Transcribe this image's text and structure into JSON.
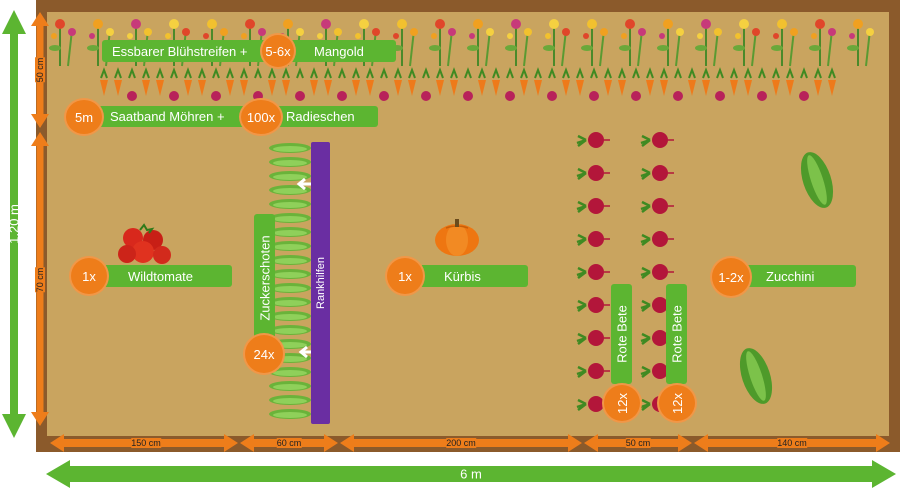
{
  "plan": {
    "strip_label": "Essbarer Blühstreifen +",
    "strip_count": "5-6x",
    "strip_crop": "Mangold",
    "row_count": "5m",
    "row_label": "Saatband Möhren +",
    "row_count2": "100x",
    "row_crop": "Radieschen",
    "tomato_count": "1x",
    "tomato_label": "Wildtomate",
    "peas_label": "Zuckerschoten",
    "peas_count": "24x",
    "trellis_label": "Rankhilfen",
    "pumpkin_count": "1x",
    "pumpkin_label": "Kürbis",
    "beet_label_1": "Rote Bete",
    "beet_count_1": "12x",
    "beet_label_2": "Rote Bete",
    "beet_count_2": "12x",
    "zucchini_count": "1-2x",
    "zucchini_label": "Zucchini"
  },
  "dimensions": {
    "height_total": "1,20 m",
    "height_top": "50 cm",
    "height_bottom": "70 cm",
    "width_total": "6 m",
    "segments": [
      "150 cm",
      "60 cm",
      "200 cm",
      "50 cm",
      "140 cm"
    ]
  },
  "colors": {
    "soil": "#c9a45f",
    "frame": "#8b5a2b",
    "label_green": "#5cb531",
    "badge_orange": "#ee7d1a",
    "trellis_purple": "#6a2ea2",
    "dim_orange": "#ee7d1a",
    "dim_green": "#5cb531"
  }
}
